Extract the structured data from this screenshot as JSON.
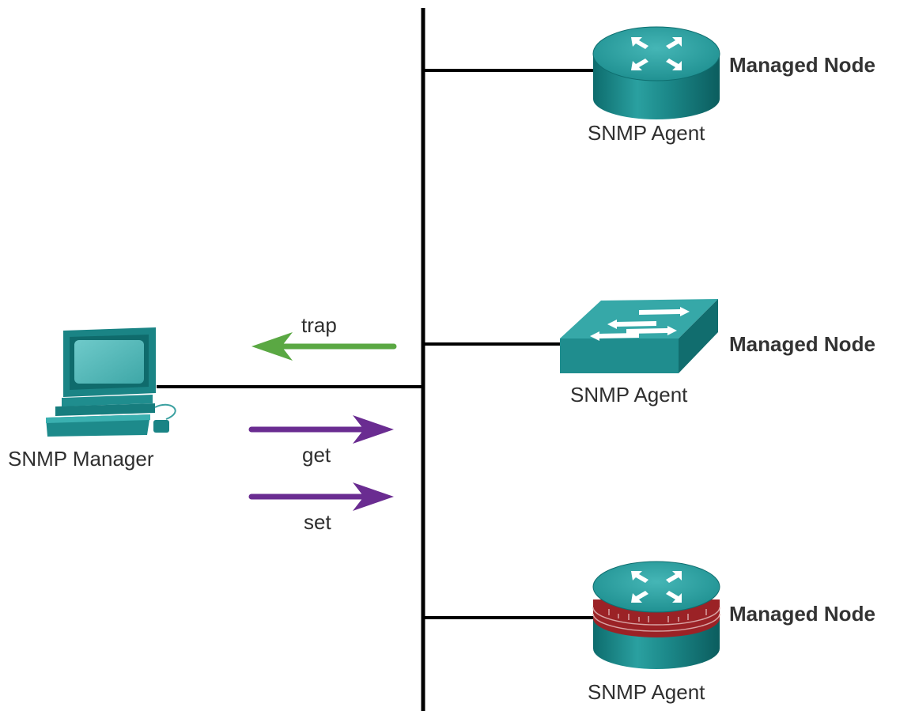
{
  "manager": {
    "label": "SNMP Manager"
  },
  "messages": {
    "trap": "trap",
    "get": "get",
    "set": "set"
  },
  "nodes": [
    {
      "device": "router",
      "agent_label": "SNMP Agent",
      "node_label": "Managed Node"
    },
    {
      "device": "switch",
      "agent_label": "SNMP Agent",
      "node_label": "Managed Node"
    },
    {
      "device": "firewall-router",
      "agent_label": "SNMP Agent",
      "node_label": "Managed Node"
    }
  ],
  "colors": {
    "trap_arrow": "#5aa843",
    "request_arrow": "#6a2c91",
    "device_teal": "#1f8d8e",
    "firewall_brick": "#9b2226"
  }
}
